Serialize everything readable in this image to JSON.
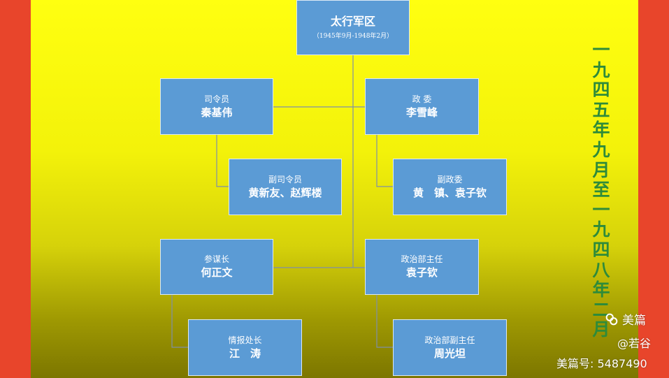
{
  "diagram": {
    "root": {
      "title": "太行军区",
      "subtitle": "（1945年9月-1948年2月）"
    },
    "nodes": [
      {
        "id": "commander",
        "role": "司令员",
        "name": "秦基伟"
      },
      {
        "id": "commissar",
        "role": "政  委",
        "name": "李雪峰"
      },
      {
        "id": "deputy_commander",
        "role": "副司令员",
        "name": "黄新友、赵辉楼"
      },
      {
        "id": "deputy_commissar",
        "role": "副政委",
        "name": "黄　镇、袁子钦"
      },
      {
        "id": "chief_of_staff",
        "role": "参谋长",
        "name": "何正文"
      },
      {
        "id": "political_director",
        "role": "政治部主任",
        "name": "袁子钦"
      },
      {
        "id": "intel_chief",
        "role": "情报处长",
        "name": "江　涛"
      },
      {
        "id": "deputy_political_director",
        "role": "政治部副主任",
        "name": "周光坦"
      }
    ],
    "vertical_caption": "一九四五年九月至一九四八年二月"
  },
  "watermark": {
    "brand": "美篇",
    "author": "@若谷",
    "id_text": "美篇号: 5487490"
  },
  "colors": {
    "box_fill": "#5b9bd5",
    "side_band": "#e8452b",
    "caption_text": "#2e8b3a",
    "connector": "#7f8fa8"
  }
}
